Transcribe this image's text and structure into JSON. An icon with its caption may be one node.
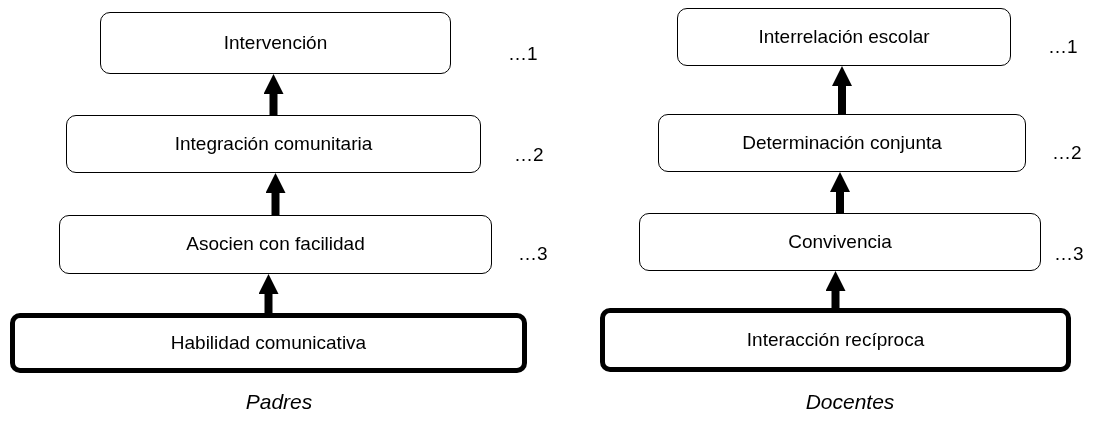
{
  "diagram": {
    "nodes": [
      {
        "text": [
          "Intervención"
        ],
        "beside": [
          "…1"
        ]
      },
      {
        "text": [
          "Integración comunitaria"
        ],
        "beside": [
          "…2"
        ]
      },
      {
        "text": [
          "Asocien con facilidad"
        ],
        "beside": [
          "…3"
        ]
      },
      {
        "text": [
          "Habilidad comunicativa"
        ]
      },
      {
        "text": [
          "Interrelación escolar"
        ],
        "beside": [
          "…1"
        ]
      },
      {
        "text": [
          "Determinación conjunta"
        ],
        "beside": [
          "…2"
        ]
      },
      {
        "text": [
          "Convivencia"
        ],
        "beside": [
          "…3"
        ]
      },
      {
        "text": [
          "Interacción recíproca"
        ]
      }
    ],
    "edges": [
      {
        "from": 3,
        "to": 2,
        "arrow": "to"
      },
      {
        "from": 2,
        "to": 1,
        "arrow": "to"
      },
      {
        "from": 1,
        "to": 0,
        "arrow": "to"
      },
      {
        "from": 7,
        "to": 6,
        "arrow": "to"
      },
      {
        "from": 6,
        "to": 5,
        "arrow": "to"
      },
      {
        "from": 5,
        "to": 4,
        "arrow": "to"
      }
    ],
    "labels": [
      "Padres",
      "Docentes"
    ]
  }
}
